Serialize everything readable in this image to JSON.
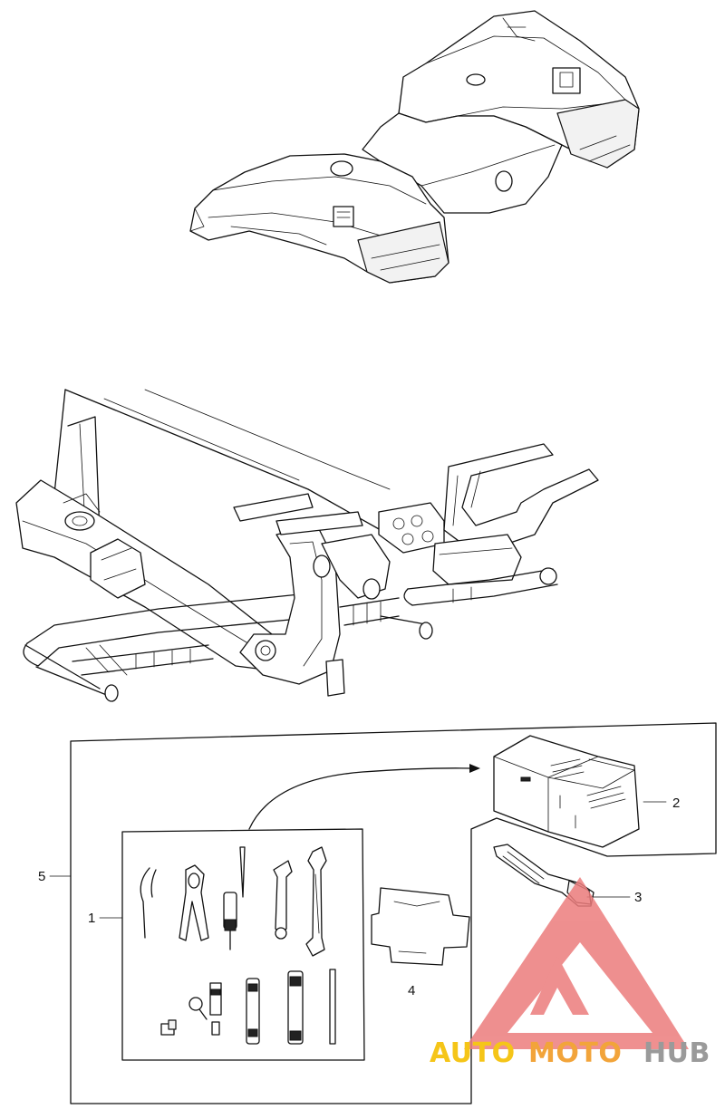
{
  "diagram": {
    "callouts": [
      {
        "id": "1",
        "label": "1"
      },
      {
        "id": "2",
        "label": "2"
      },
      {
        "id": "3",
        "label": "3"
      },
      {
        "id": "4",
        "label": "4"
      },
      {
        "id": "5",
        "label": "5"
      }
    ]
  },
  "watermark": {
    "brand_auto": "AUTO",
    "brand_moto": "MOTO",
    "brand_hub": "HUB",
    "colors": {
      "auto": "#f5c518",
      "moto": "#f2a43a",
      "hub": "#9a9a9a",
      "triangle": "#ec7c7c"
    }
  }
}
